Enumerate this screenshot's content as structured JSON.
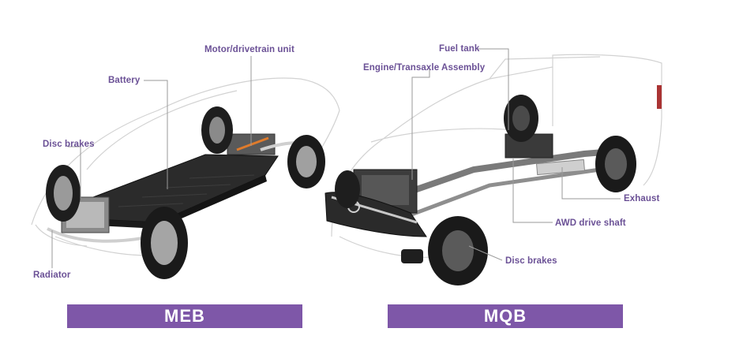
{
  "meb": {
    "labels": {
      "motor": "Motor/drivetrain unit",
      "battery": "Battery",
      "disc_brakes": "Disc brakes",
      "radiator": "Radiator"
    },
    "title": "MEB"
  },
  "mqb": {
    "labels": {
      "fuel_tank": "Fuel tank",
      "engine": "Engine/Transaxle Assembly",
      "exhaust": "Exhaust",
      "awd": "AWD drive shaft",
      "disc_brakes": "Disc brakes"
    },
    "title": "MQB"
  },
  "colors": {
    "accent": "#7e57a8",
    "label": "#6b5196"
  }
}
